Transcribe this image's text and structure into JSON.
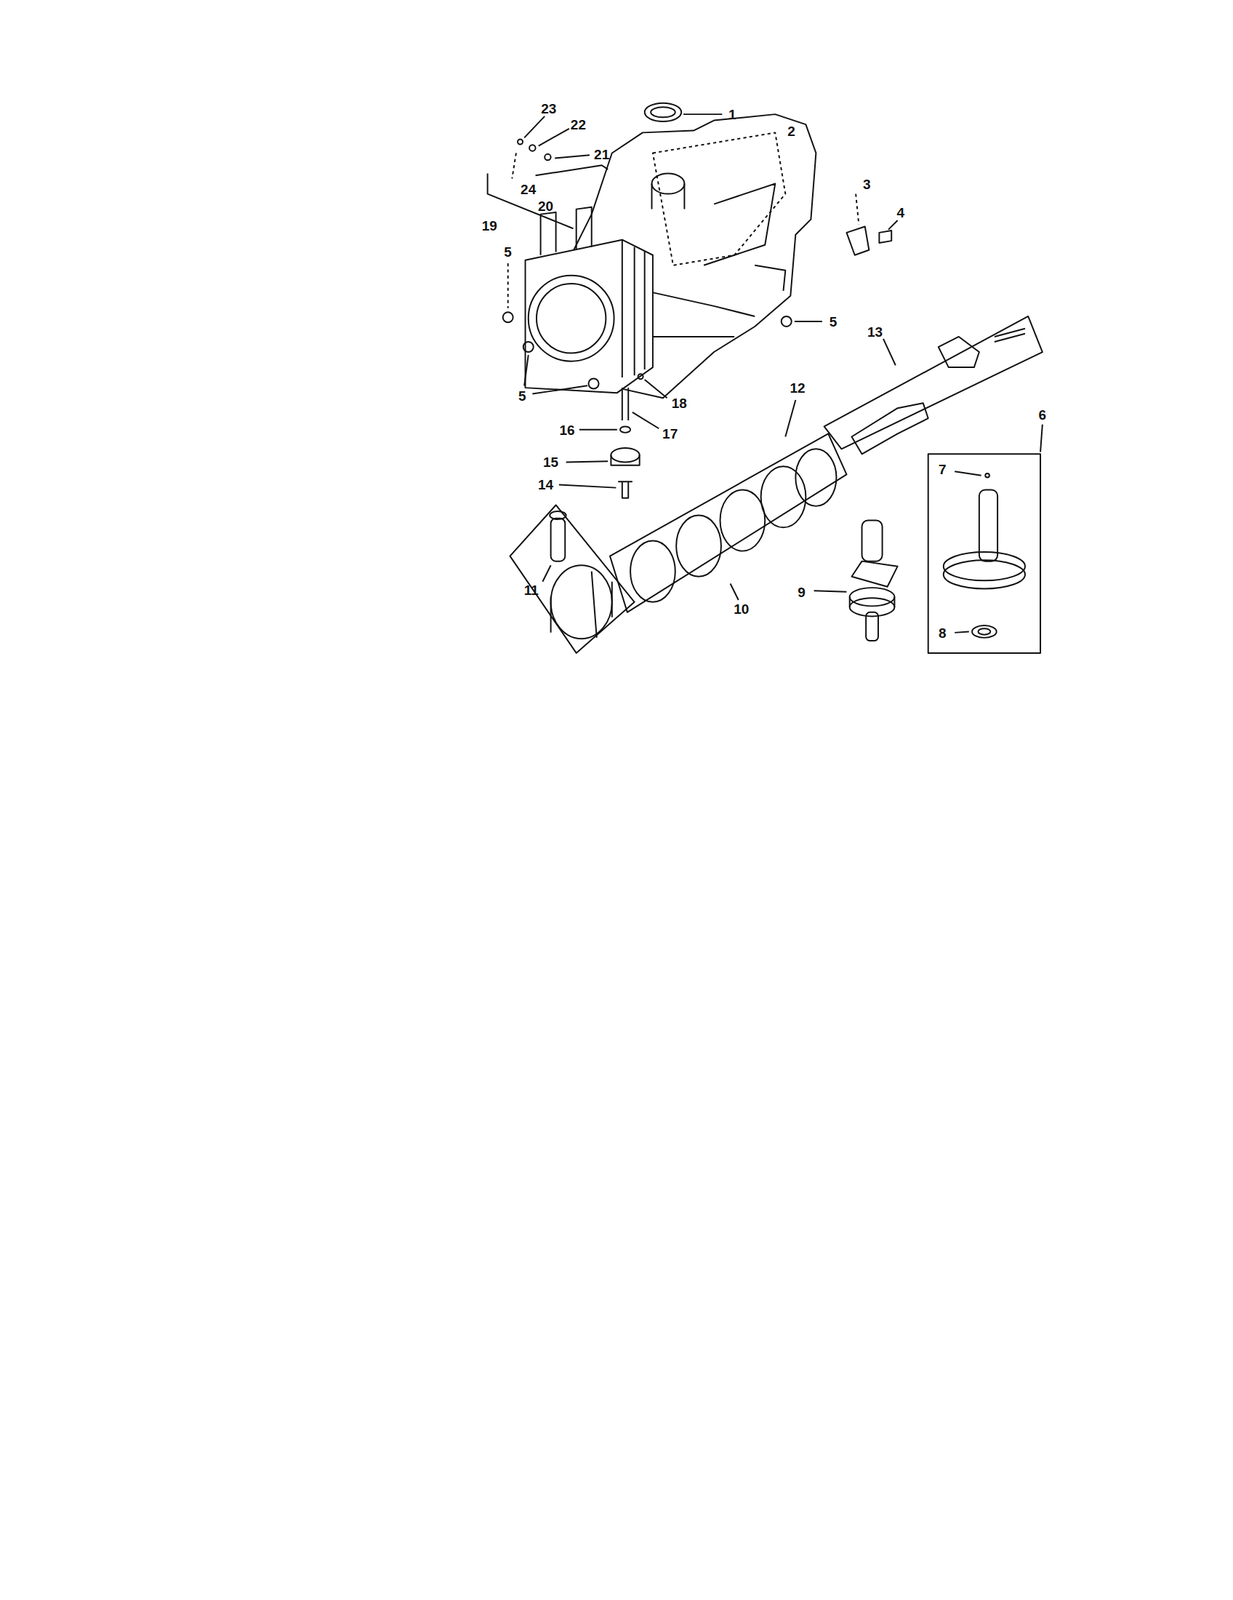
{
  "diagram": {
    "labels": [
      "1",
      "2",
      "23",
      "22",
      "21",
      "24",
      "20",
      "19",
      "3",
      "4",
      "5",
      "5",
      "13",
      "5",
      "18",
      "12",
      "6",
      "16",
      "17",
      "15",
      "7",
      "14",
      "11",
      "9",
      "10",
      "8"
    ]
  }
}
